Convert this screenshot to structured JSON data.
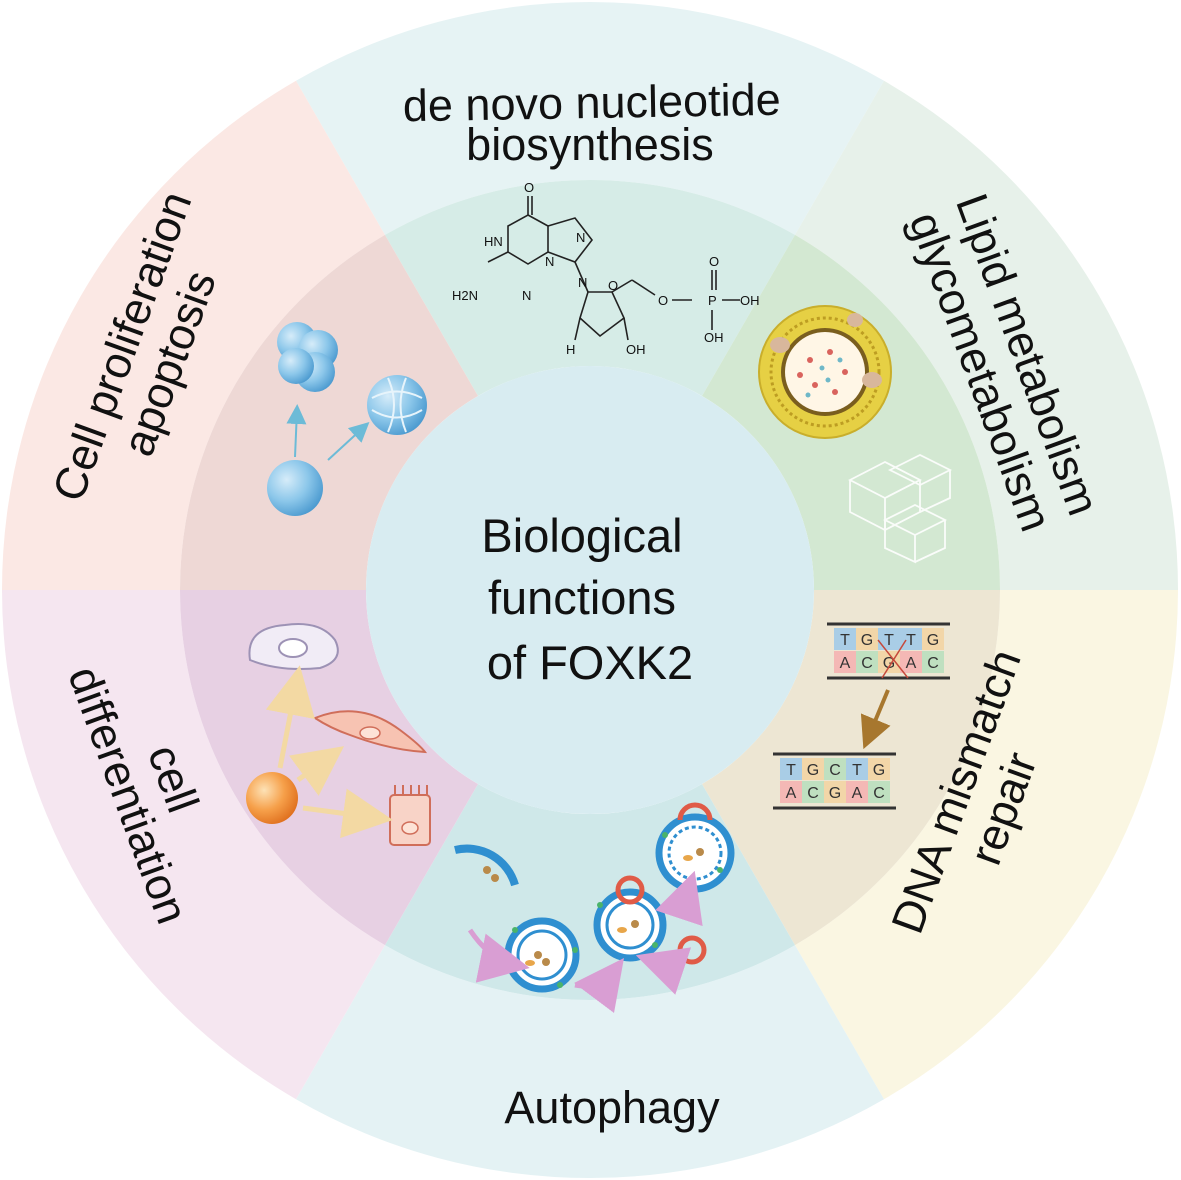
{
  "center": {
    "line1": "Biological",
    "line2": "functions",
    "line3": "of FOXK2"
  },
  "segments": {
    "top": {
      "line1": "de novo nucleotide",
      "line2": "biosynthesis",
      "color": "#e6f3f4",
      "inner_color": "#d6ece7"
    },
    "upper_right": {
      "line1": "Lipid metabolism",
      "line2": "glycometabolism",
      "color": "#e7f1ea",
      "inner_color": "#d3e8d2"
    },
    "lower_right": {
      "line1": "DNA mismatch",
      "line2": "repair",
      "color": "#faf6e2",
      "inner_color": "#ede6d3"
    },
    "bottom": {
      "line1": "Autophagy",
      "color": "#e4f2f4",
      "inner_color": "#cfe8e9"
    },
    "lower_left": {
      "line1": "cell",
      "line2": "differentiation",
      "color": "#f5e6f0",
      "inner_color": "#e7d0e3"
    },
    "upper_left": {
      "line1": "Cell proliferation",
      "line2": "apoptosis",
      "color": "#fbe8e4",
      "inner_color": "#eed8d5"
    }
  },
  "center_color": "#d8ecf1",
  "molecule_labels": {
    "o_top": "O",
    "hn": "HN",
    "n_right": "N",
    "h2n": "H2N",
    "n_bottom": "N",
    "n_ring": "N",
    "n_glyco": "N",
    "o_ring": "O",
    "o_link": "O",
    "p": "P",
    "o_dbl": "O",
    "oh_p1": "OH",
    "oh_p2": "OH",
    "h": "H",
    "oh_sugar": "OH"
  },
  "dna_top": {
    "strand1": [
      "T",
      "G",
      "T",
      "T",
      "G"
    ],
    "strand2": [
      "A",
      "C",
      "G",
      "A",
      "C"
    ]
  },
  "dna_bottom": {
    "strand1": [
      "T",
      "G",
      "C",
      "T",
      "G"
    ],
    "strand2": [
      "A",
      "C",
      "G",
      "A",
      "C"
    ]
  },
  "icons": {
    "cell_cluster": "cell-cluster-icon",
    "apoptotic_cell": "apoptotic-cell-icon",
    "stem_cell": "stem-cell-icon",
    "liposome": "lipid-droplet-icon",
    "glucose_cubes": "glucose-cubes-icon",
    "autophagosome": "autophagosome-icon",
    "orange_stem_cell": "orange-stem-cell-icon"
  }
}
